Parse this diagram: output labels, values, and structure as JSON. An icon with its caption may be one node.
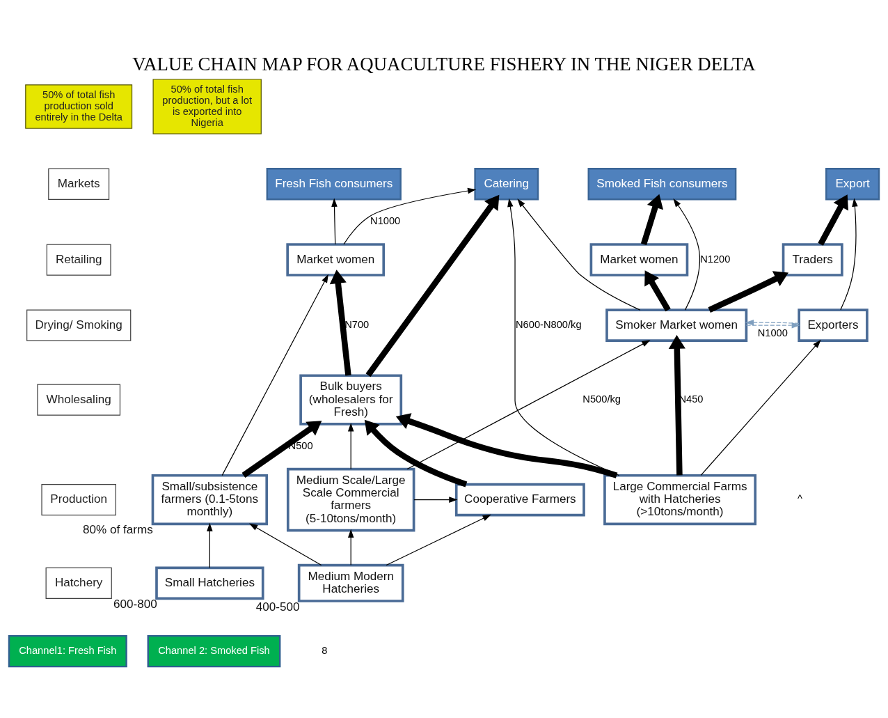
{
  "diagram": {
    "title": "VALUE CHAIN MAP FOR AQUACULTURE FISHERY IN THE NIGER DELTA",
    "nodes": [
      {
        "text": [
          "Markets"
        ]
      },
      {
        "text": [
          "Retailing"
        ]
      },
      {
        "text": [
          "Drying/ Smoking"
        ]
      },
      {
        "text": [
          "Wholesaling"
        ]
      },
      {
        "text": [
          "Production"
        ]
      },
      {
        "text": [
          "Hatchery"
        ]
      },
      {
        "text": [
          "50% of total fish production sold entirely in the Delta"
        ]
      },
      {
        "text": [
          "50% of total fish production, but a lot is exported into Nigeria"
        ]
      },
      {
        "text": [
          "Fresh Fish consumers"
        ]
      },
      {
        "text": [
          "Catering"
        ]
      },
      {
        "text": [
          "Smoked Fish consumers"
        ]
      },
      {
        "text": [
          "Export"
        ]
      },
      {
        "text": [
          "Market women"
        ]
      },
      {
        "text": [
          "Market women"
        ]
      },
      {
        "text": [
          "Traders"
        ]
      },
      {
        "text": [
          "Smoker Market women"
        ]
      },
      {
        "text": [
          "Exporters"
        ]
      },
      {
        "text": [
          "Bulk buyers (wholesalers for Fresh)"
        ]
      },
      {
        "text": [
          "Small/subsistence farmers (0.1-5tons monthly)"
        ],
        "beside": [
          "80% of farms"
        ]
      },
      {
        "text": [
          "Cooperative Farmers"
        ]
      },
      {
        "text": [
          "Medium Scale/Large Scale Commercial farmers (5-10tons/month)"
        ]
      },
      {
        "text": [
          "Large Commercial Farms with Hatcheries (>10tons/month)"
        ]
      },
      {
        "text": [
          "Small Hatcheries"
        ],
        "beside": [
          "600-800"
        ]
      },
      {
        "text": [
          "Medium Modern Hatcheries"
        ],
        "beside": [
          "400-500"
        ]
      },
      {
        "text": [
          "Channel1: Fresh Fish"
        ]
      },
      {
        "text": [
          "Channel 2: Smoked Fish"
        ]
      }
    ],
    "edges": [
      {
        "from": 12,
        "to": 8,
        "arrow": "to"
      },
      {
        "from": 12,
        "to": 9,
        "arrow": "to",
        "label": "N1000"
      },
      {
        "from": 17,
        "to": 12,
        "arrow": "to",
        "style": "thick",
        "label": "N700"
      },
      {
        "from": 17,
        "to": 9,
        "arrow": "to",
        "style": "thick"
      },
      {
        "from": 18,
        "to": 12,
        "arrow": "to"
      },
      {
        "from": 18,
        "to": 17,
        "arrow": "to",
        "style": "thick",
        "label": "N500"
      },
      {
        "from": 19,
        "to": 17,
        "arrow": "to",
        "style": "thick"
      },
      {
        "from": 20,
        "to": 17,
        "arrow": "to"
      },
      {
        "from": 21,
        "to": 17,
        "arrow": "to",
        "style": "thick"
      },
      {
        "from": 20,
        "to": 19,
        "arrow": "to"
      },
      {
        "from": 20,
        "to": 15,
        "arrow": "to",
        "label": "N500/kg"
      },
      {
        "from": 21,
        "to": 9,
        "arrow": "to",
        "label": "N600-N800/kg"
      },
      {
        "from": 15,
        "to": 9,
        "arrow": "to"
      },
      {
        "from": 21,
        "to": 15,
        "arrow": "to",
        "style": "thick",
        "label": "N450"
      },
      {
        "from": 21,
        "to": 16,
        "arrow": "to"
      },
      {
        "from": 15,
        "to": 13,
        "arrow": "to",
        "style": "thick"
      },
      {
        "from": 15,
        "to": 10,
        "arrow": "to",
        "label": "N1200"
      },
      {
        "from": 15,
        "to": 14,
        "arrow": "to",
        "style": "thick"
      },
      {
        "from": 13,
        "to": 10,
        "arrow": "to",
        "style": "thick"
      },
      {
        "from": 14,
        "to": 11,
        "arrow": "to",
        "style": "thick"
      },
      {
        "from": 16,
        "to": 11,
        "arrow": "to"
      },
      {
        "from": 15,
        "to": 16,
        "arrow": "to",
        "style": "dashed",
        "color": "#7f9fbf",
        "label": "N1000"
      },
      {
        "from": 16,
        "to": 15,
        "arrow": "to",
        "style": "dashed",
        "color": "#7f9fbf"
      },
      {
        "from": 22,
        "to": 18,
        "arrow": "to"
      },
      {
        "from": 23,
        "to": 18,
        "arrow": "to"
      },
      {
        "from": 23,
        "to": 19,
        "arrow": "to"
      },
      {
        "from": 23,
        "to": 20,
        "arrow": "to"
      }
    ],
    "labels": [
      "^",
      "8"
    ]
  }
}
